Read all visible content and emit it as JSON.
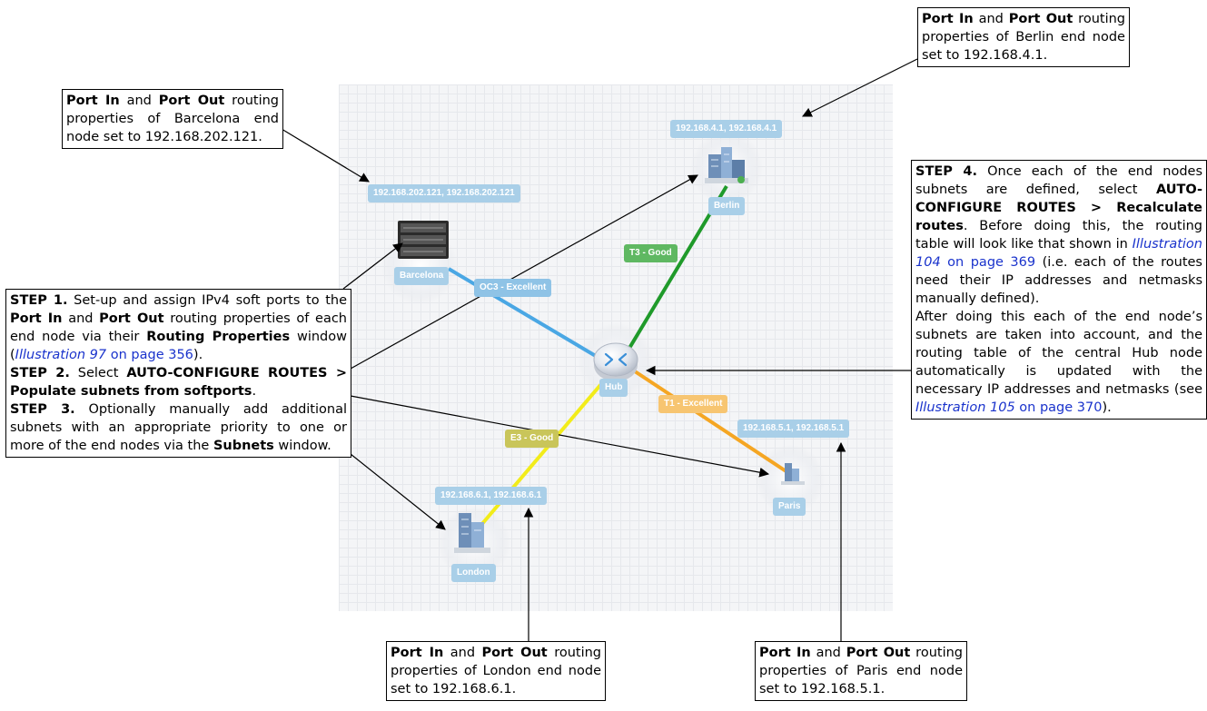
{
  "nodes": {
    "barcelona": {
      "name": "Barcelona",
      "ip": "192.168.202.121, 192.168.202.121"
    },
    "berlin": {
      "name": "Berlin",
      "ip": "192.168.4.1, 192.168.4.1"
    },
    "hub": {
      "name": "Hub"
    },
    "paris": {
      "name": "Paris",
      "ip": "192.168.5.1, 192.168.5.1"
    },
    "london": {
      "name": "London",
      "ip": "192.168.6.1, 192.168.6.1"
    }
  },
  "links": {
    "barcelona": {
      "label": "OC3 - Excellent",
      "color": "#4aa7e4"
    },
    "berlin": {
      "label": "T3 - Good",
      "color": "#1f9a2a"
    },
    "paris": {
      "label": "T1 - Excellent",
      "color": "#f5a623"
    },
    "london": {
      "label": "E3 - Good",
      "color": "#f2ec1a"
    }
  },
  "colors": {
    "ip_chip": "#a9cfe8",
    "label_oc3": "#8fc3e6",
    "label_t3": "#5fb862",
    "label_t1": "#f7c571",
    "label_e3": "#c9c55a"
  },
  "callouts": {
    "common": {
      "port_in": "Port In",
      "and": " and ",
      "port_out": "Port Out",
      "routing_of": " routing properties of "
    },
    "berlin": {
      "node": "Berlin",
      "tail": " end node set to 192.168.4.1."
    },
    "barcelona": {
      "node": "Barcelona",
      "tail": " end node set to 192.168.202.121."
    },
    "london": {
      "node": "London",
      "tail": " end node set to 192.168.6.1."
    },
    "paris": {
      "node": "Paris",
      "tail": " end node set to 192.168.5.1."
    },
    "steps_left": {
      "step1_label": "STEP 1.",
      "step1_text_a": " Set-up and assign IPv4 soft ports to the ",
      "step1_port_in": "Port In",
      "step1_and": " and ",
      "step1_port_out": "Port Out",
      "step1_text_b": " routing properties of each end node via their ",
      "step1_window": "Routing Properties",
      "step1_text_c": " window (",
      "step1_ref_ill": "Illustration 97",
      "step1_ref_page": " on page 356",
      "step1_text_d": ").",
      "step2_label": "STEP 2.",
      "step2_text": " Select ",
      "step2_menu": "AUTO-CONFIGURE ROUTES > Populate subnets from softports",
      "step2_end": ".",
      "step3_label": "STEP 3.",
      "step3_text": " Optionally manually add additional subnets with an appropriate priority to one or more of the end nodes via the ",
      "step3_window": "Subnets",
      "step3_end": " window."
    },
    "step4": {
      "label": "STEP 4.",
      "text_a": " Once each of the end nodes subnets are defined, select ",
      "menu": "AUTO-CONFIGURE ROUTES > Recalculate routes",
      "text_b": ". Before doing this, the routing table will look like that shown in ",
      "ref1_ill": "Illustration 104",
      "ref1_page": " on page 369",
      "text_c": " (i.e. each of the routes need their IP addresses and netmasks manually defined).",
      "text_d": "After doing this each of the end node’s subnets are taken into account, and the routing table of the central Hub node automatically is updated with the necessary IP addresses and netmasks (see ",
      "ref2_ill": "Illustration 105",
      "ref2_page": " on page 370",
      "text_e": ")."
    }
  }
}
